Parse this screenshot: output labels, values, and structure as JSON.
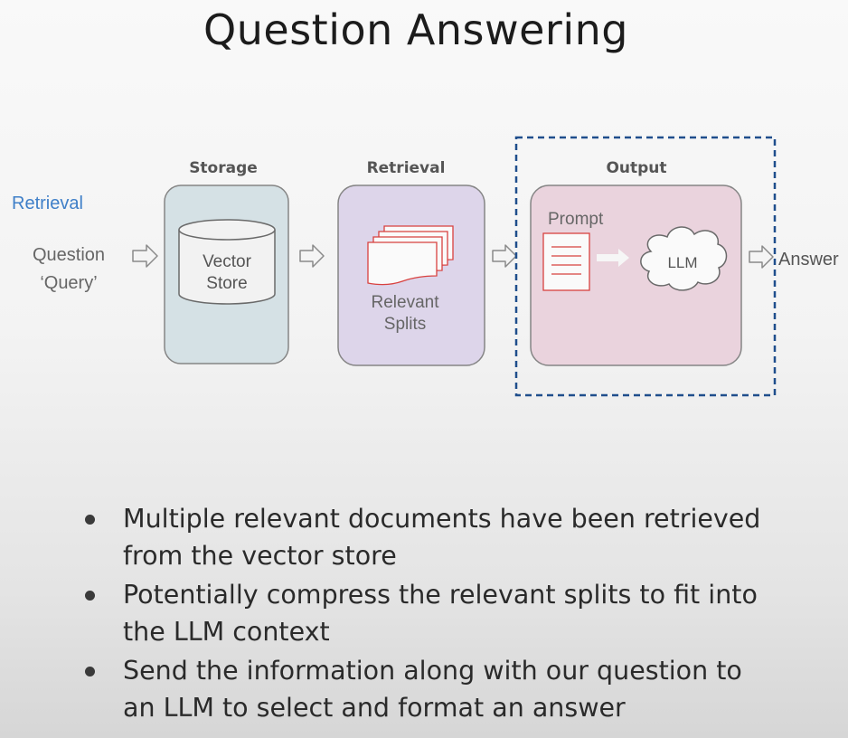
{
  "title": "Question Answering",
  "diagram": {
    "left_label": "Retrieval",
    "input": {
      "line1": "Question",
      "line2": "‘Query’"
    },
    "stages": [
      {
        "header": "Storage",
        "content_line1": "Vector",
        "content_line2": "Store"
      },
      {
        "header": "Retrieval",
        "content_line1": "Relevant",
        "content_line2": "Splits"
      },
      {
        "header": "Output",
        "prompt_label": "Prompt",
        "llm_label": "LLM"
      }
    ],
    "output_label": "Answer",
    "colors": {
      "storage_box": "#d5e1e5",
      "retrieval_box": "#ddd5ea",
      "output_box": "#ead3dd",
      "accent_red": "#d8413f",
      "retrieval_label": "#3f7fc8",
      "dashed_border": "#1f4e8c"
    }
  },
  "bullets": [
    "Multiple relevant documents have been retrieved from the vector store",
    "Potentially compress the relevant splits to fit into the LLM context",
    "Send the information along with our question to an LLM to select and format an answer"
  ]
}
